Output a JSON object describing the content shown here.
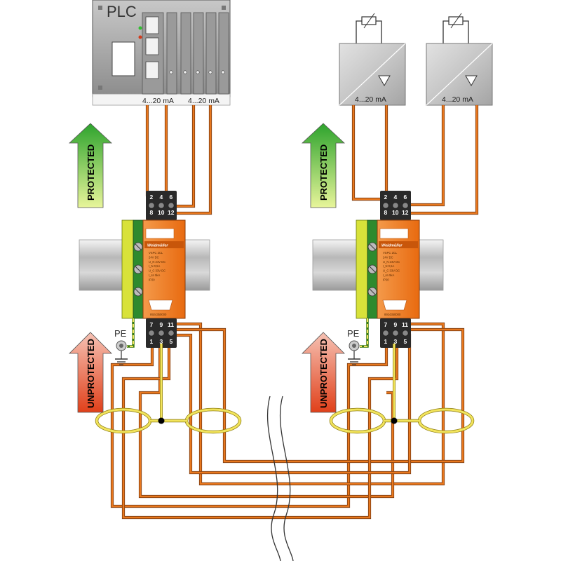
{
  "plc": {
    "label": "PLC"
  },
  "signal_labels": {
    "plc_left": "4...20 mA",
    "plc_right": "4...20 mA",
    "transmitter_left": "4...20 mA",
    "transmitter_right": "4...20 mA"
  },
  "arrows": {
    "protected": "PROTECTED",
    "unprotected": "UNPROTECTED"
  },
  "pe_label": "PE",
  "terminals": {
    "top_row1": [
      "2",
      "4",
      "6"
    ],
    "top_row2": [
      "8",
      "10",
      "12"
    ],
    "bottom_row1": [
      "7",
      "9",
      "11"
    ],
    "bottom_row2": [
      "1",
      "3",
      "5"
    ]
  },
  "module": {
    "brand": "Weidmüller",
    "spec_lines": [
      "VSPC 2CL",
      "24V DC",
      "U_N 24V DC",
      "I_N 0,5A",
      "U_C 33V DC",
      "I_sn 5kA",
      "IP20"
    ],
    "part_number": "8924350000"
  },
  "colors": {
    "wire": "#e8781e",
    "wire_edge": "#7a3a10",
    "shield": "#f2e45c",
    "protected_green": "#3cb83c",
    "unprotected_red": "#e04a1e",
    "module_orange": "#f07a1e",
    "terminal_black": "#2a2a2a"
  }
}
